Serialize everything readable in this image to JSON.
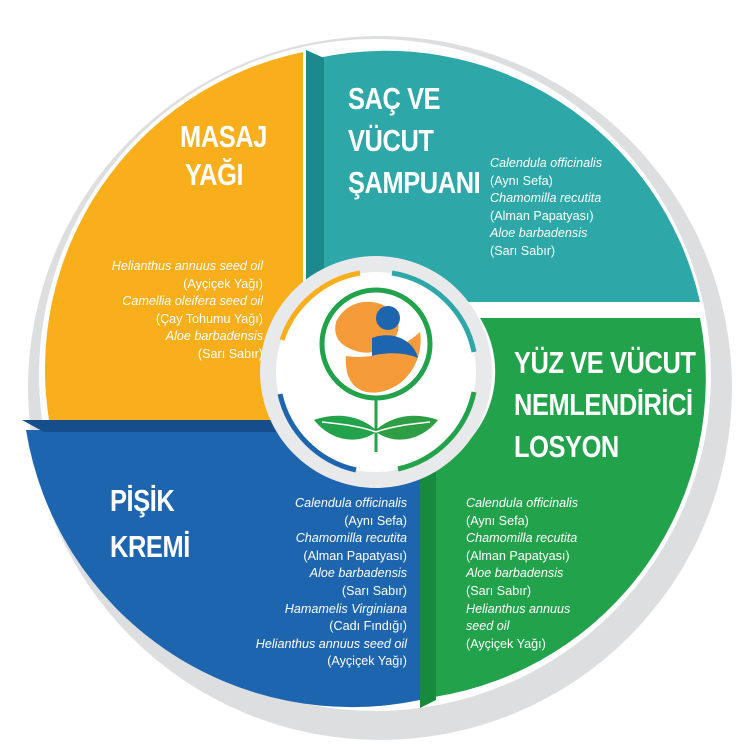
{
  "colors": {
    "orange": "#F9AE1B",
    "teal": "#2DA7A7",
    "green": "#22A24B",
    "blue": "#1E65AF",
    "shadow": "#DCDDDE"
  },
  "segments": {
    "masaj": {
      "title": [
        "MASAJ",
        "YAĞI"
      ],
      "ingredients": [
        {
          "latin": "Helianthus annuus seed oil",
          "common": "(Ayçiçek Yağı)"
        },
        {
          "latin": "Camellia oleifera seed oil",
          "common": "(Çay Tohumu Yağı)"
        },
        {
          "latin": "Aloe barbadensis",
          "common": "(Sarı Sabır)"
        }
      ]
    },
    "sampuan": {
      "title": [
        "SAÇ VE",
        "VÜCUT",
        "ŞAMPUANI"
      ],
      "ingredients": [
        {
          "latin": "Calendula officinalis",
          "common": "(Aynı Sefa)"
        },
        {
          "latin": "Chamomilla recutita",
          "common": "(Alman Papatyası)"
        },
        {
          "latin": "Aloe barbadensis",
          "common": "(Sarı Sabır)"
        }
      ]
    },
    "losyon": {
      "title": [
        "YÜZ VE VÜCUT",
        "NEMLENDİRİCİ",
        "LOSYON"
      ],
      "ingredients": [
        {
          "latin": "Calendula officinalis",
          "common": "(Aynı Sefa)"
        },
        {
          "latin": "Chamomilla recutita",
          "common": "(Alman Papatyası)"
        },
        {
          "latin": "Aloe barbadensis",
          "common": "(Sarı Sabır)"
        },
        {
          "latin": "Helianthus annuus",
          "latin2": "seed oil",
          "common": "(Ayçiçek Yağı)"
        }
      ]
    },
    "pisik": {
      "title": [
        "PİŞİK",
        "KREMİ"
      ],
      "ingredients": [
        {
          "latin": "Calendula officinalis",
          "common": "(Aynı Sefa)"
        },
        {
          "latin": "Chamomilla recutita",
          "common": "(Alman Papatyası)"
        },
        {
          "latin": "Aloe barbadensis",
          "common": "(Sarı Sabır)"
        },
        {
          "latin": "Hamamelis Virginiana",
          "common": "(Cadı Fındığı)"
        },
        {
          "latin": "Helianthus annuus seed oil",
          "common": "(Ayçiçek Yağı)"
        }
      ]
    }
  }
}
